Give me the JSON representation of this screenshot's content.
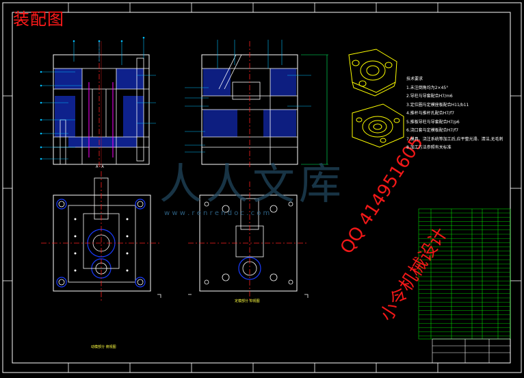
{
  "drawing": {
    "title": "装配图",
    "view_caption_left": "动模部分 俯视图",
    "view_caption_right": "定模部分 仰视图",
    "section_label": "A - A"
  },
  "technical_requirements": {
    "heading": "技术要求",
    "items": [
      "1.未注倒角均为2×45°",
      "2.导柱与导套配合H7/m6",
      "3.定位圈与定模座板配合H11/b11",
      "4.推杆与推杆孔配合H7/f7",
      "5.推板导柱与导套配合H7/p6",
      "6.浇口套与定模板配合H7/f7",
      "7.模具、浇注系统等加工后,应平整光滑、清洁,无毛刺",
      "8.加工方法参照有关标准"
    ]
  },
  "watermarks": {
    "qq": "QQ 414951605",
    "author": "小令机械设计",
    "site_cn": "人人文库",
    "site_url": "w w w . r e n r e n d o c . c o m"
  },
  "colors": {
    "background": "#000000",
    "frame": "#ffffff",
    "geometry": "#ffffff",
    "leader_lines": "#00bfff",
    "hatch": "#1a3cff",
    "part": "#ffff00",
    "title_red": "#ff1a1a",
    "table_green": "#00ff00"
  }
}
